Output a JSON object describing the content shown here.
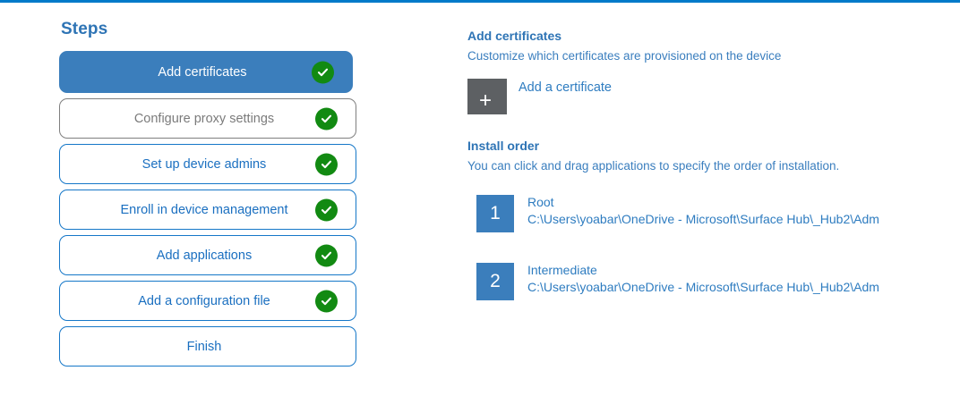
{
  "accent": {
    "top_rule": "#007ac9",
    "link_blue": "#2e7cc0",
    "heading_blue": "#2e74b5",
    "active_step_blue": "#3b7ebc",
    "check_green": "#128a12",
    "tile_gray": "#5d6063",
    "muted_gray": "#7b7b7b"
  },
  "steps_panel": {
    "title": "Steps",
    "items": [
      {
        "label": "Add certificates",
        "state": "active",
        "completed": true
      },
      {
        "label": "Configure proxy settings",
        "state": "disabled",
        "completed": true
      },
      {
        "label": "Set up device admins",
        "state": "default",
        "completed": true
      },
      {
        "label": "Enroll in device management",
        "state": "default",
        "completed": true
      },
      {
        "label": "Add applications",
        "state": "default",
        "completed": true
      },
      {
        "label": "Add a configuration file",
        "state": "default",
        "completed": true
      },
      {
        "label": "Finish",
        "state": "default",
        "completed": false
      }
    ],
    "check_icon": "check-icon"
  },
  "detail_panel": {
    "certificates": {
      "heading": "Add certificates",
      "description": "Customize which certificates are provisioned on the device",
      "add_button": {
        "icon": "plus-icon",
        "glyph": "+",
        "label": "Add a certificate"
      }
    },
    "install_order": {
      "heading": "Install order",
      "description": "You can click and drag applications to specify the order of installation.",
      "items": [
        {
          "number": "1",
          "name": "Root",
          "path": "C:\\Users\\yoabar\\OneDrive - Microsoft\\Surface Hub\\_Hub2\\Adm"
        },
        {
          "number": "2",
          "name": "Intermediate",
          "path": "C:\\Users\\yoabar\\OneDrive - Microsoft\\Surface Hub\\_Hub2\\Adm"
        }
      ]
    }
  }
}
